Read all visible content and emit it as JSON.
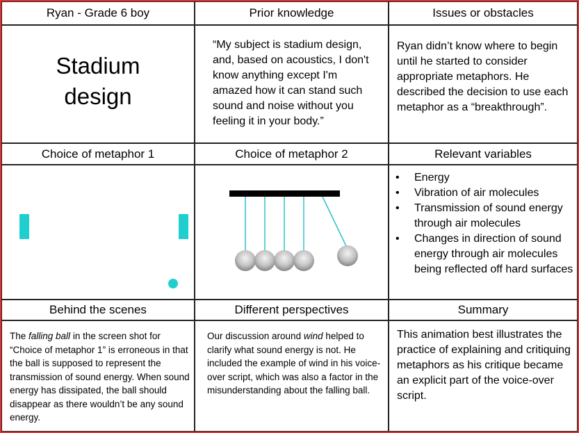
{
  "row1": {
    "col1_header": "Ryan - Grade 6 boy",
    "col2_header": "Prior knowledge",
    "col3_header": "Issues or obstacles",
    "subject_line1": "Stadium",
    "subject_line2": "design",
    "prior_knowledge": "“My subject is stadium design, and, based on acoustics, I don't know anything except I'm amazed how it can stand such sound and noise without you feeling it in your body.”",
    "issues": "Ryan didn’t know where to begin until he started to consider appropriate metaphors.  He described the decision to use each metaphor as a “breakthrough”."
  },
  "row2": {
    "col1_header": "Choice of metaphor 1",
    "col2_header": "Choice of metaphor 2",
    "col3_header": "Relevant variables",
    "variables": [
      "Energy",
      "Vibration of air molecules",
      "Transmission of sound energy through air molecules",
      "Changes in direction of sound energy through air molecules being reflected off hard surfaces"
    ]
  },
  "row3": {
    "col1_header": "Behind the scenes",
    "col2_header": "Different perspectives",
    "col3_header": "Summary",
    "behind_pre": "The ",
    "behind_em": "falling ball",
    "behind_post": " in the screen shot for “Choice of metaphor 1” is erroneous in that the ball is supposed to represent the transmission of sound energy. When sound energy has dissipated, the ball should disappear as there wouldn’t be any sound energy.",
    "persp_pre": "Our discussion around ",
    "persp_em": "wind",
    "persp_post": " helped to clarify what sound energy is not.  He included the example of wind in his voice-over script, which was also a factor in the misunderstanding about the falling ball.",
    "summary": "This animation best illustrates the practice of explaining and critiquing metaphors as his critique became an explicit part of the voice-over script."
  },
  "colors": {
    "frame_border": "#e03030",
    "pong_cyan": "#1fcfcf",
    "string_cyan": "#2cc0cc"
  }
}
